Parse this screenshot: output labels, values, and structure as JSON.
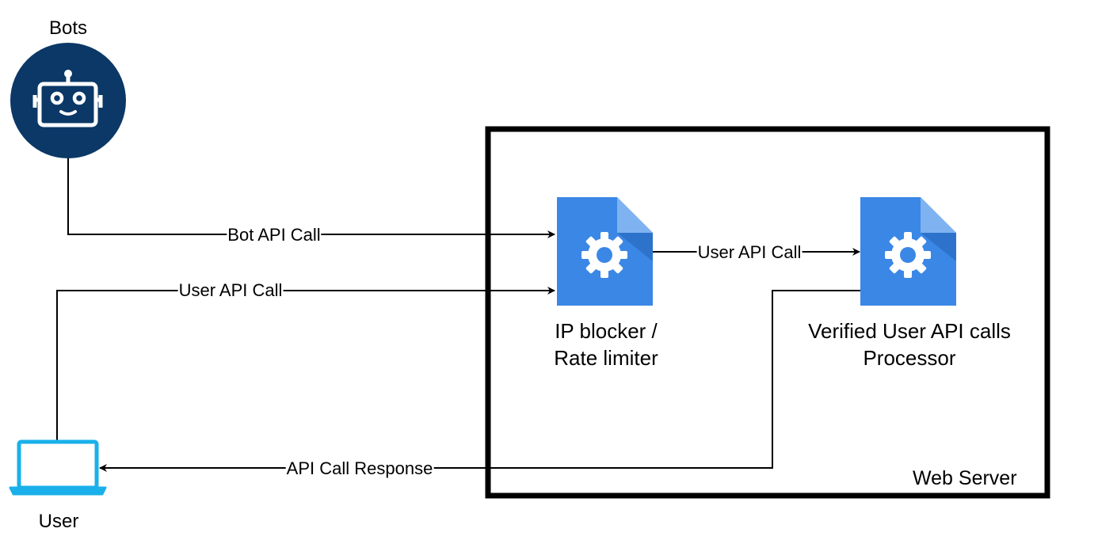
{
  "nodes": {
    "bots": {
      "label": "Bots",
      "icon": "robot-icon",
      "fill": "#0b3866"
    },
    "user": {
      "label": "User",
      "icon": "laptop-icon",
      "stroke": "#1ab0ea"
    },
    "ip_blocker": {
      "label_line1": "IP blocker /",
      "label_line2": "Rate limiter",
      "icon": "gear-document-icon",
      "fill": "#3b87e6"
    },
    "processor": {
      "label_line1": "Verified User API calls",
      "label_line2": "Processor",
      "icon": "gear-document-icon",
      "fill": "#3b87e6"
    }
  },
  "container": {
    "label": "Web Server"
  },
  "edges": {
    "bot_call": "Bot API Call",
    "user_call": "User API Call",
    "forward_call": "User API Call",
    "response": "API Call Response"
  }
}
